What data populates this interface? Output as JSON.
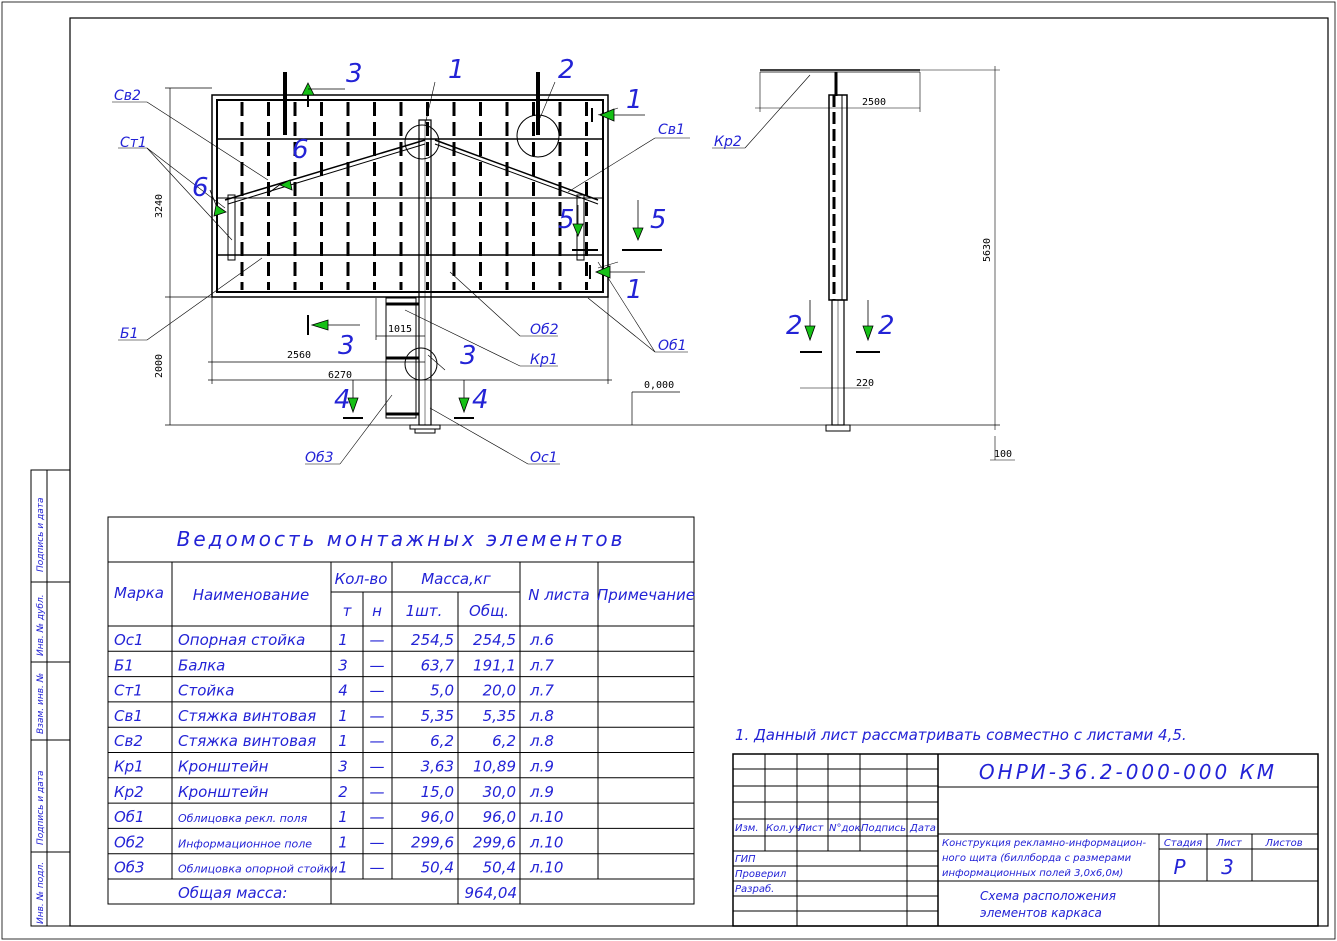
{
  "side_stamp": [
    "Подпись и дата",
    "Инв. № дубл.",
    "Взам. инв. №",
    "Подпись и дата",
    "Инв. № подл."
  ],
  "drawing": {
    "callouts": [
      "Св2",
      "Ст1",
      "Б1",
      "Об3",
      "Ос1",
      "Кр1",
      "Об2",
      "Об1",
      "Св1",
      "Кр2"
    ],
    "section_numbers": [
      "1",
      "2",
      "3",
      "4",
      "5",
      "6"
    ],
    "dimensions": {
      "height_board": "3240",
      "height_leg": "2000",
      "width_a": "2560",
      "width_total": "6270",
      "width_b": "1015",
      "side_total": "5630",
      "side_width": "2500",
      "side_post": "220",
      "side_base": "100",
      "level": "0,000"
    }
  },
  "table": {
    "title": "Ведомость монтажных элементов",
    "headers": {
      "mark": "Марка",
      "name": "Наименование",
      "qty": "Кол-во",
      "qty_t": "т",
      "qty_n": "н",
      "mass": "Масса,кг",
      "mass_one": "1шт.",
      "mass_total": "Общ.",
      "sheet": "N листа",
      "note": "Примечание"
    },
    "rows": [
      {
        "mark": "Ос1",
        "name": "Опорная стойка",
        "t": "1",
        "n": "—",
        "one": "254,5",
        "total": "254,5",
        "sheet": "л.6",
        "small": false
      },
      {
        "mark": "Б1",
        "name": "Балка",
        "t": "3",
        "n": "—",
        "one": "63,7",
        "total": "191,1",
        "sheet": "л.7",
        "small": false
      },
      {
        "mark": "Ст1",
        "name": "Стойка",
        "t": "4",
        "n": "—",
        "one": "5,0",
        "total": "20,0",
        "sheet": "л.7",
        "small": false
      },
      {
        "mark": "Св1",
        "name": "Стяжка винтовая",
        "t": "1",
        "n": "—",
        "one": "5,35",
        "total": "5,35",
        "sheet": "л.8",
        "small": false
      },
      {
        "mark": "Св2",
        "name": "Стяжка винтовая",
        "t": "1",
        "n": "—",
        "one": "6,2",
        "total": "6,2",
        "sheet": "л.8",
        "small": false
      },
      {
        "mark": "Кр1",
        "name": "Кронштейн",
        "t": "3",
        "n": "—",
        "one": "3,63",
        "total": "10,89",
        "sheet": "л.9",
        "small": false
      },
      {
        "mark": "Кр2",
        "name": "Кронштейн",
        "t": "2",
        "n": "—",
        "one": "15,0",
        "total": "30,0",
        "sheet": "л.9",
        "small": false
      },
      {
        "mark": "Об1",
        "name": "Облицовка рекл. поля",
        "t": "1",
        "n": "—",
        "one": "96,0",
        "total": "96,0",
        "sheet": "л.10",
        "small": true
      },
      {
        "mark": "Об2",
        "name": "Информационное поле",
        "t": "1",
        "n": "—",
        "one": "299,6",
        "total": "299,6",
        "sheet": "л.10",
        "small": true
      },
      {
        "mark": "Об3",
        "name": "Облицовка опорной стойки",
        "t": "1",
        "n": "—",
        "one": "50,4",
        "total": "50,4",
        "sheet": "л.10",
        "small": true
      }
    ],
    "total_label": "Общая масса:",
    "total_value": "964,04"
  },
  "note": "1. Данный лист рассматривать совместно  с листами 4,5.",
  "title_block": {
    "code": "ОНРИ-36.2-000-000 КМ",
    "col_headers": [
      "Изм.",
      "Кол.уч",
      "Лист",
      "N°док.",
      "Подпись",
      "Дата"
    ],
    "roles": [
      "ГИП",
      "Проверил",
      "Разраб."
    ],
    "project": [
      "Конструкция рекламно-информацион-",
      "ного щита (биллборда с размерами",
      "информационных полей 3,0х6,0м)"
    ],
    "stage_label": "Стадия",
    "sheet_label": "Лист",
    "sheets_label": "Листов",
    "stage": "Р",
    "sheet": "3",
    "sheets": "",
    "subject": [
      "Схема расположения",
      "элементов каркаса"
    ]
  }
}
